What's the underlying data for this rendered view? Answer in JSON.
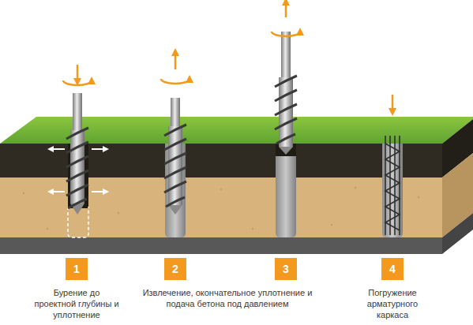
{
  "diagram": {
    "nodes": [
      {
        "text": [
          "1",
          "Бурение до проектной глубины и уплотнение"
        ]
      },
      {
        "text": [
          "2",
          "Извлечение, окончательное уплотнение и подача бетона под давлением"
        ]
      },
      {
        "text": [
          "3"
        ]
      },
      {
        "text": [
          "4",
          "Погружение арматурного каркаса"
        ]
      }
    ]
  }
}
